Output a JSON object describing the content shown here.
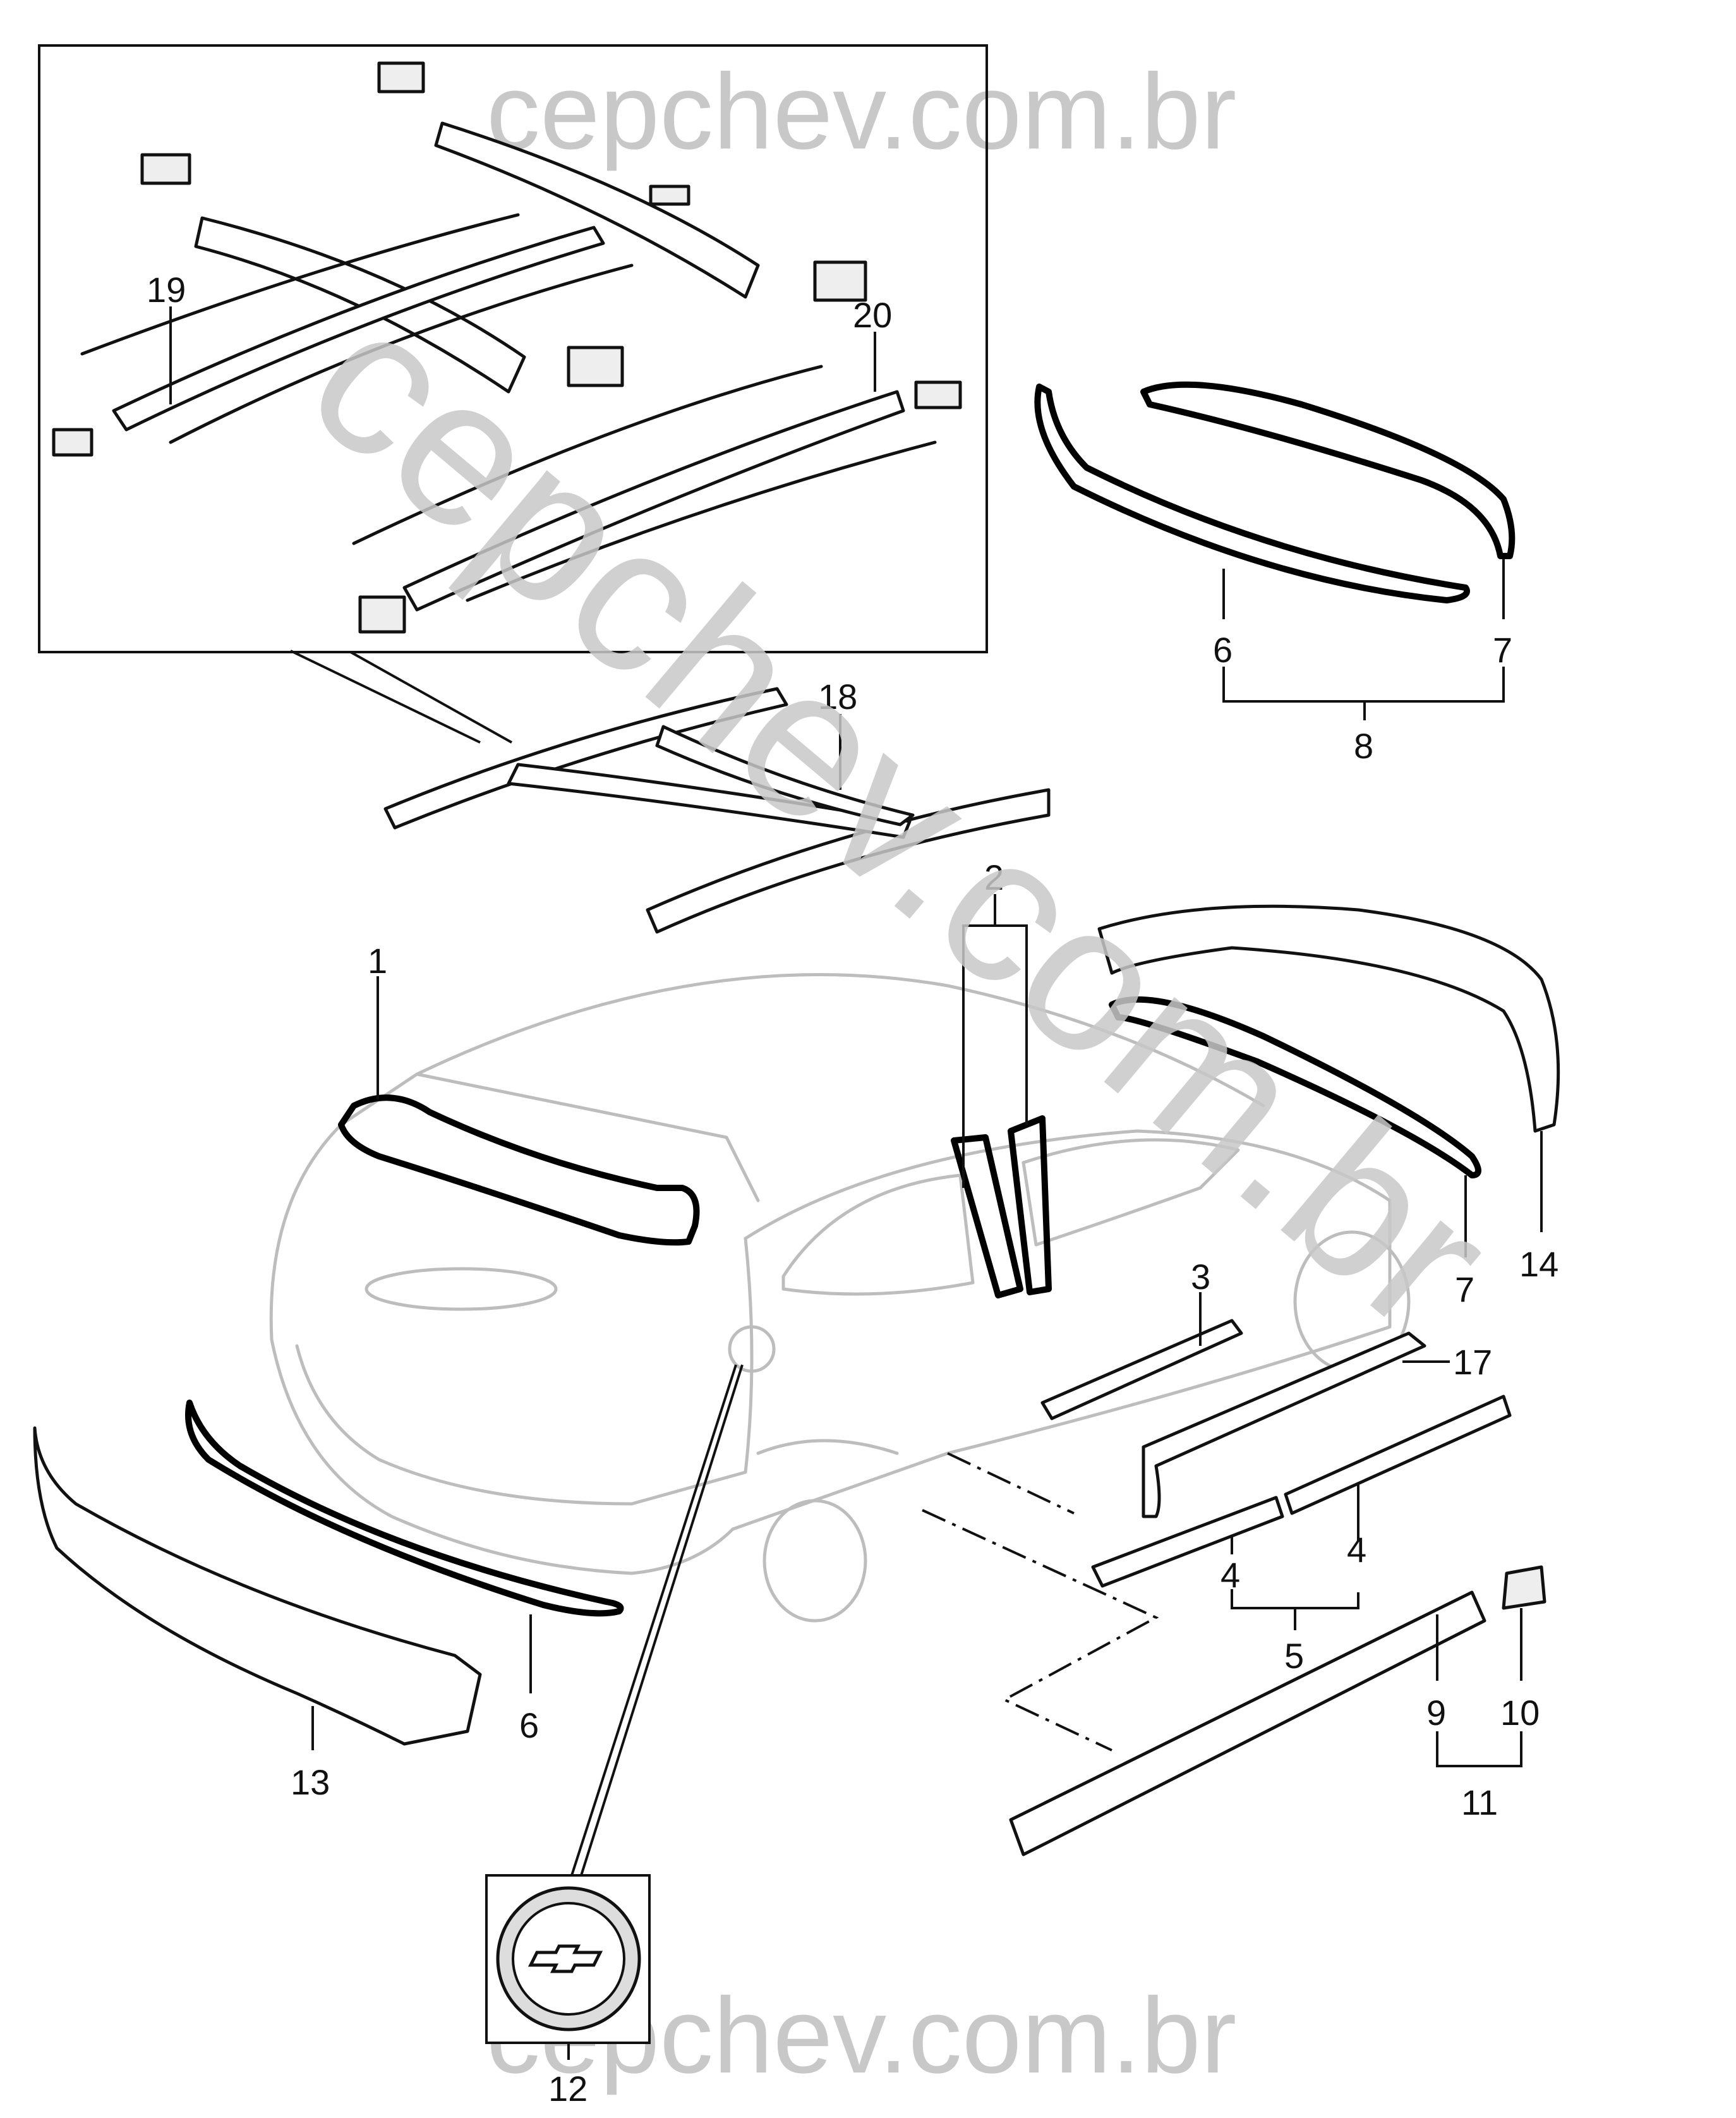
{
  "watermark": {
    "top": "cepchev.com.br",
    "diagonal": "cepchev.com.br",
    "bottom": "cepchev.com.br"
  },
  "callouts": {
    "c1": "1",
    "c2": "2",
    "c3": "3",
    "c4a": "4",
    "c4b": "4",
    "c5": "5",
    "c6a": "6",
    "c6b": "6",
    "c7a": "7",
    "c7b": "7",
    "c8": "8",
    "c9": "9",
    "c10": "10",
    "c11": "11",
    "c12": "12",
    "c13": "13",
    "c14": "14",
    "c17": "17",
    "c18": "18",
    "c19": "19",
    "c20": "20"
  }
}
